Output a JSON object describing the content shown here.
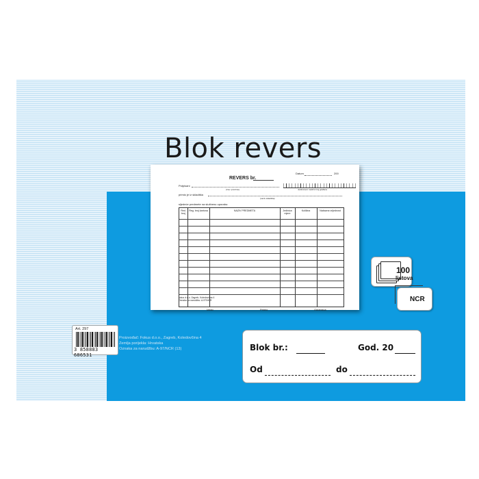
{
  "cover": {
    "title": "Blok revers",
    "background_color": "#e6f3fb",
    "band_color": "#0e9be0"
  },
  "form_sheet": {
    "title": "REVERS br.",
    "datum_label": "Datum",
    "year_label": "200",
    "recipient_label": "Potpisani",
    "recipient_hint": "(Ime i prezime)",
    "id_hint": "Jedinstveni matični broj građana",
    "warehouse_label": "primio je iz skladišta",
    "warehouse_hint": "(naziv skladišta)",
    "items_intro": "sljedeće predmete na službenu uporabu:",
    "columns": [
      "Red. broj",
      "Reg. broj kartona",
      "NAZIV PREDMETA",
      "Jedinica mjere",
      "Količina",
      "Nabavna vrijednost"
    ],
    "footer_labels": [
      "Izdao",
      "Primio",
      "Odobrava"
    ],
    "publisher": "fokus d.o.o. Zagreb, Koledovčina 4",
    "publisher_code": "Oznaka za narudžbu: A-97/NCR"
  },
  "badges": {
    "sheet_count": "100",
    "sheet_unit": "listova",
    "copy_type": "NCR"
  },
  "product": {
    "article": "Art. 297",
    "barcode": "3 858883 686531"
  },
  "maker_info": [
    "Proizvođač: Fokus d.o.o., Zagreb, Koledovčina 4",
    "Zemlja porijekla: Hrvatska",
    "Oznaka za narudžbu: A-97/NCR (13)"
  ],
  "label_panel": {
    "block_no_label": "Blok br.:",
    "year_label": "God. 20",
    "from_label": "Od",
    "to_label": "do"
  }
}
